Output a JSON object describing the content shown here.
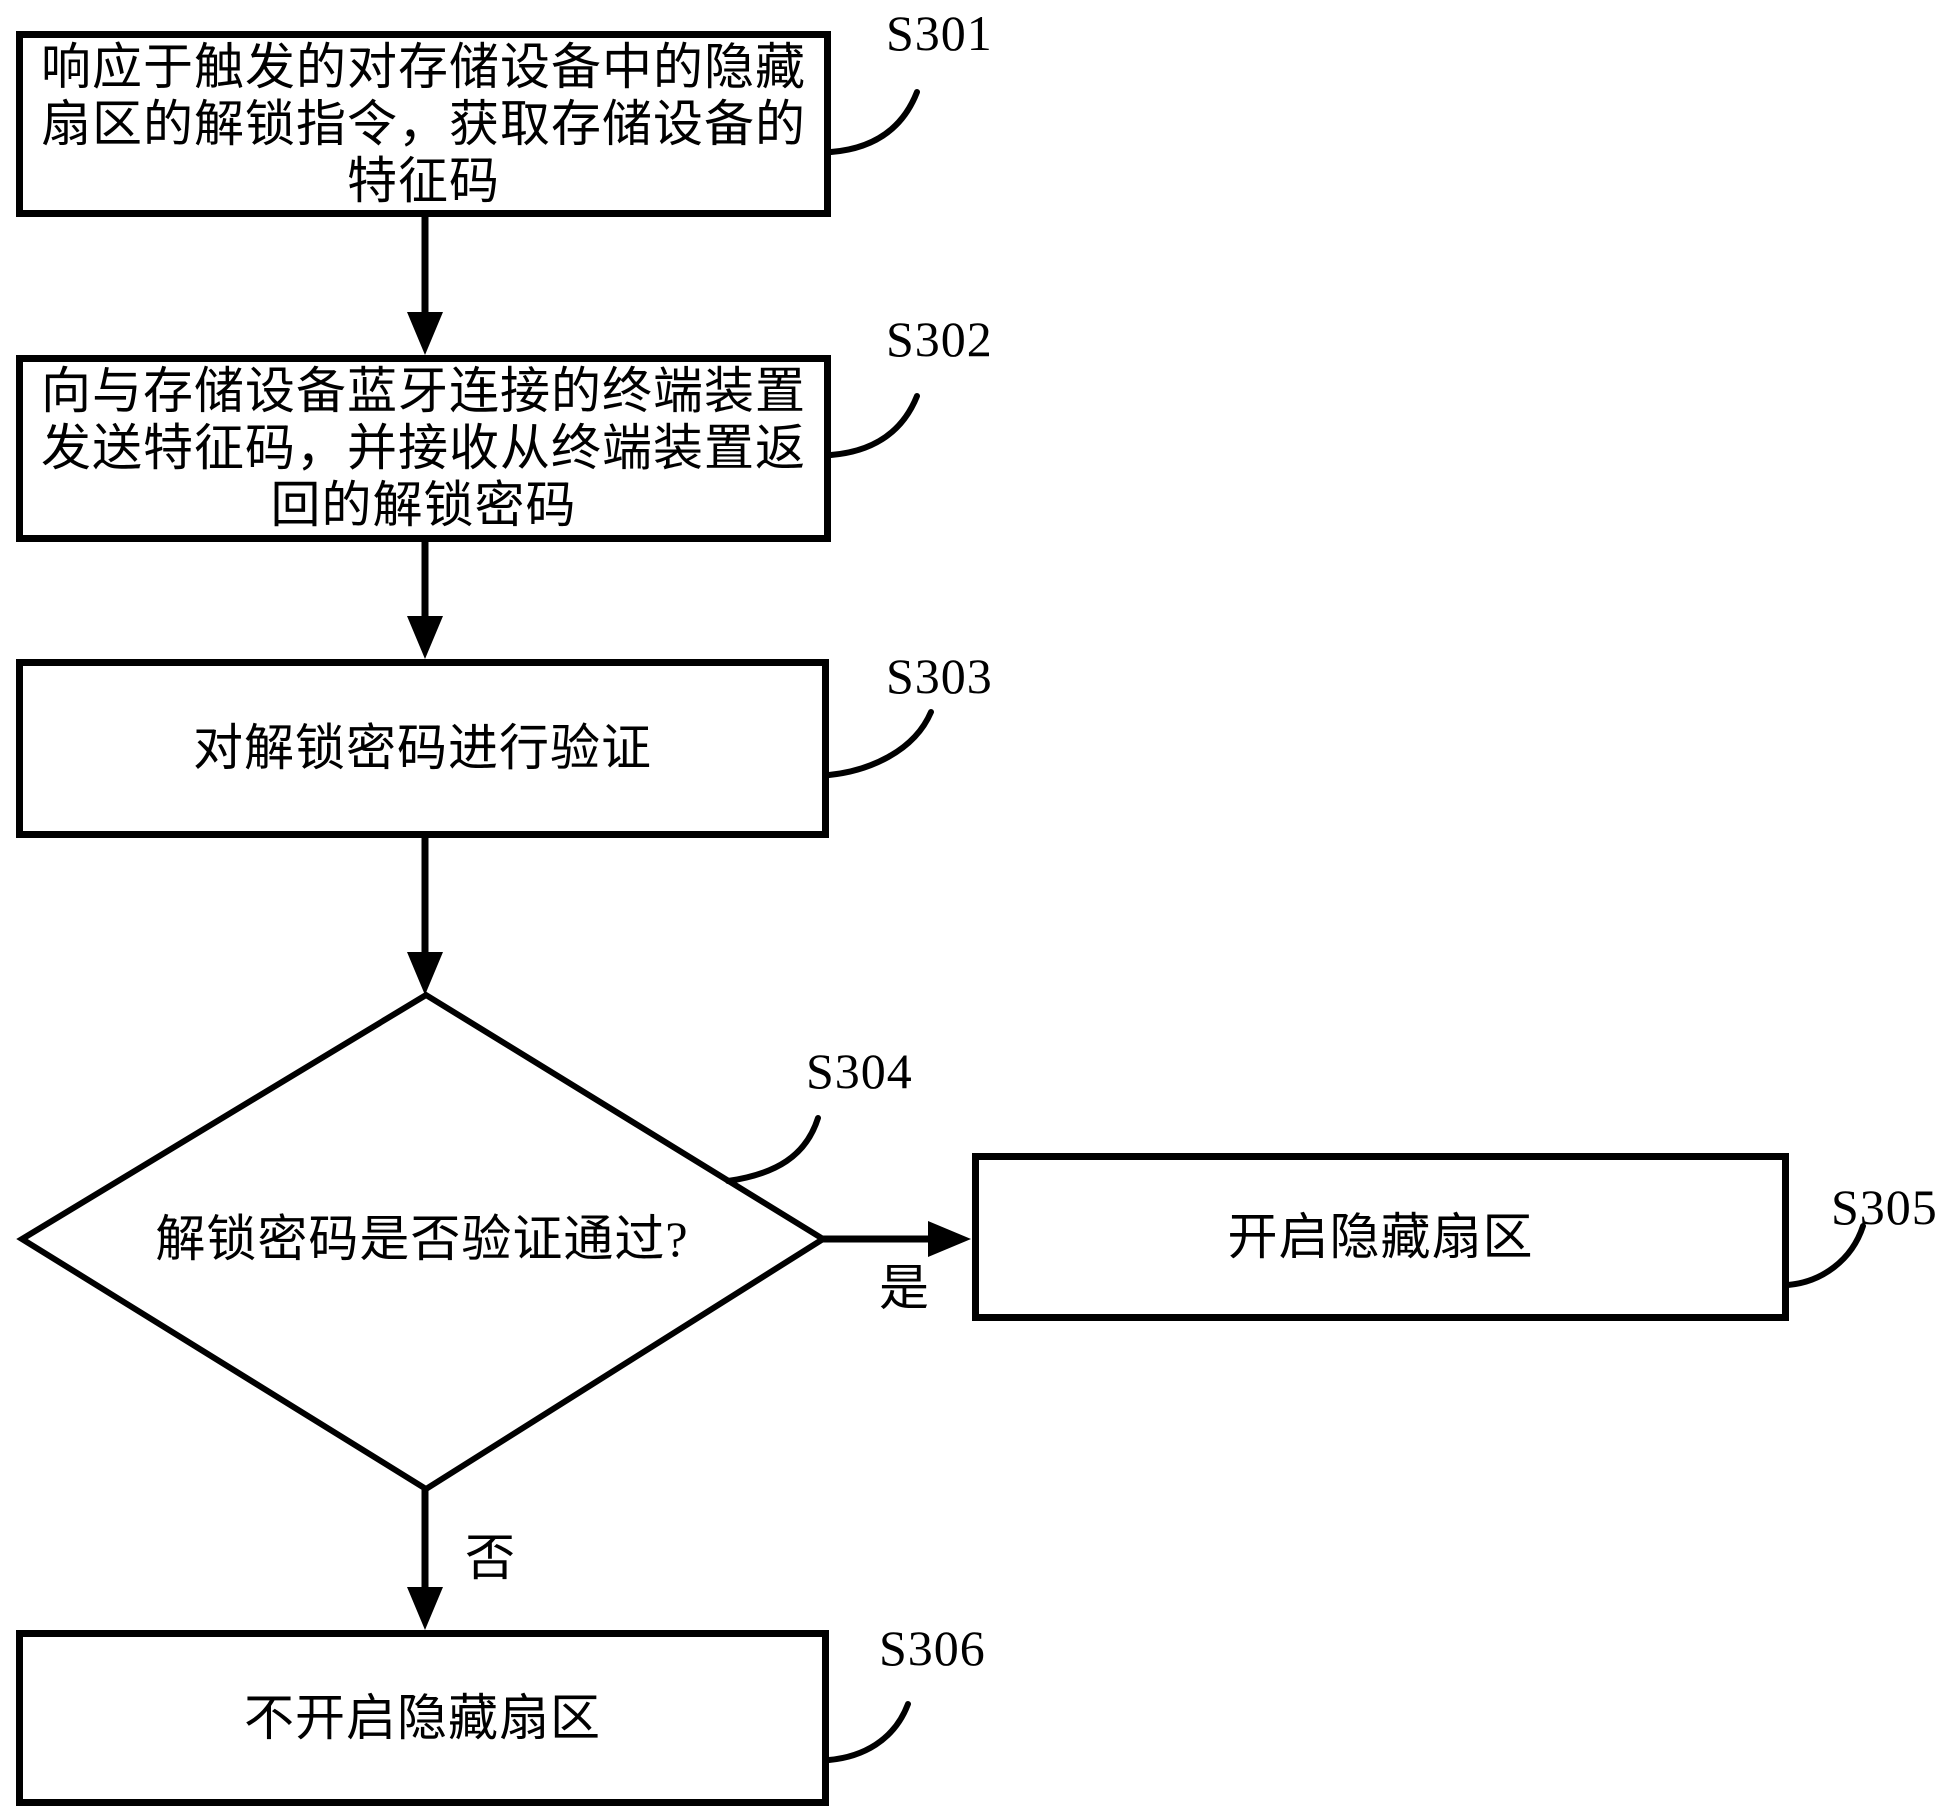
{
  "figure": {
    "type": "flowchart",
    "background_color": "#ffffff",
    "ink_color": "#000000"
  },
  "steps": {
    "s301": {
      "id": "S301",
      "shape": "process",
      "lines": [
        "响应于触发的对存储设备中的隐藏",
        "扇区的解锁指令，获取存储设备的",
        "特征码"
      ]
    },
    "s302": {
      "id": "S302",
      "shape": "process",
      "lines": [
        "向与存储设备蓝牙连接的终端装置",
        "发送特征码，并接收从终端装置返",
        "回的解锁密码"
      ]
    },
    "s303": {
      "id": "S303",
      "shape": "process",
      "lines": [
        "对解锁密码进行验证"
      ]
    },
    "s304": {
      "id": "S304",
      "shape": "decision",
      "lines": [
        "解锁密码是否验证通过?"
      ]
    },
    "s305": {
      "id": "S305",
      "shape": "process",
      "lines": [
        "开启隐藏扇区"
      ]
    },
    "s306": {
      "id": "S306",
      "shape": "process",
      "lines": [
        "不开启隐藏扇区"
      ]
    }
  },
  "flow": [
    {
      "from": "s301",
      "to": "s302",
      "label": ""
    },
    {
      "from": "s302",
      "to": "s303",
      "label": ""
    },
    {
      "from": "s303",
      "to": "s304",
      "label": ""
    },
    {
      "from": "s304",
      "to": "s305",
      "label": "是"
    },
    {
      "from": "s304",
      "to": "s306",
      "label": "否"
    }
  ]
}
